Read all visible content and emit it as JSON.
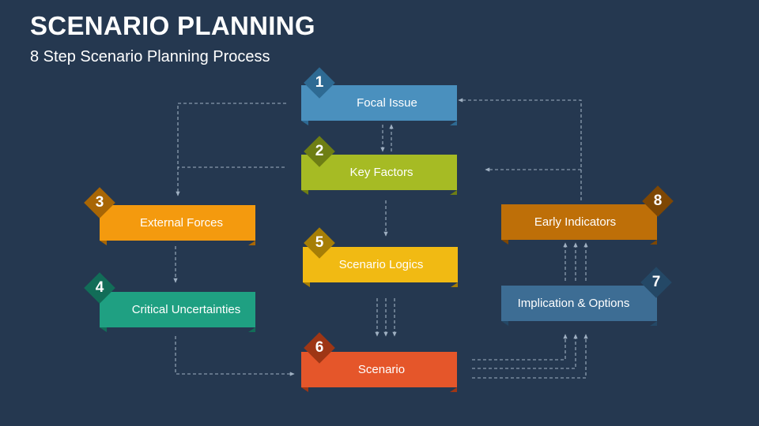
{
  "header": {
    "title": "SCENARIO PLANNING",
    "subtitle": "8 Step Scenario Planning Process"
  },
  "steps": [
    {
      "number": "1",
      "label": "Focal Issue",
      "color": "#4A90BE",
      "dark": "#2E6A93"
    },
    {
      "number": "2",
      "label": "Key Factors",
      "color": "#A6BB24",
      "dark": "#6E7E14"
    },
    {
      "number": "3",
      "label": "External Forces",
      "color": "#F49A0E",
      "dark": "#A86605"
    },
    {
      "number": "4",
      "label": "Critical Uncertainties",
      "color": "#1FA082",
      "dark": "#126D58"
    },
    {
      "number": "5",
      "label": "Scenario Logics",
      "color": "#F1BA13",
      "dark": "#A67E06"
    },
    {
      "number": "6",
      "label": "Scenario",
      "color": "#E5562A",
      "dark": "#9E3615"
    },
    {
      "number": "7",
      "label": "Implication & Options",
      "color": "#3D6D94",
      "dark": "#244866"
    },
    {
      "number": "8",
      "label": "Early Indicators",
      "color": "#BE6F08",
      "dark": "#7E4704"
    }
  ],
  "colors": {
    "background": "#253850",
    "connector": "#9FB0C2"
  }
}
